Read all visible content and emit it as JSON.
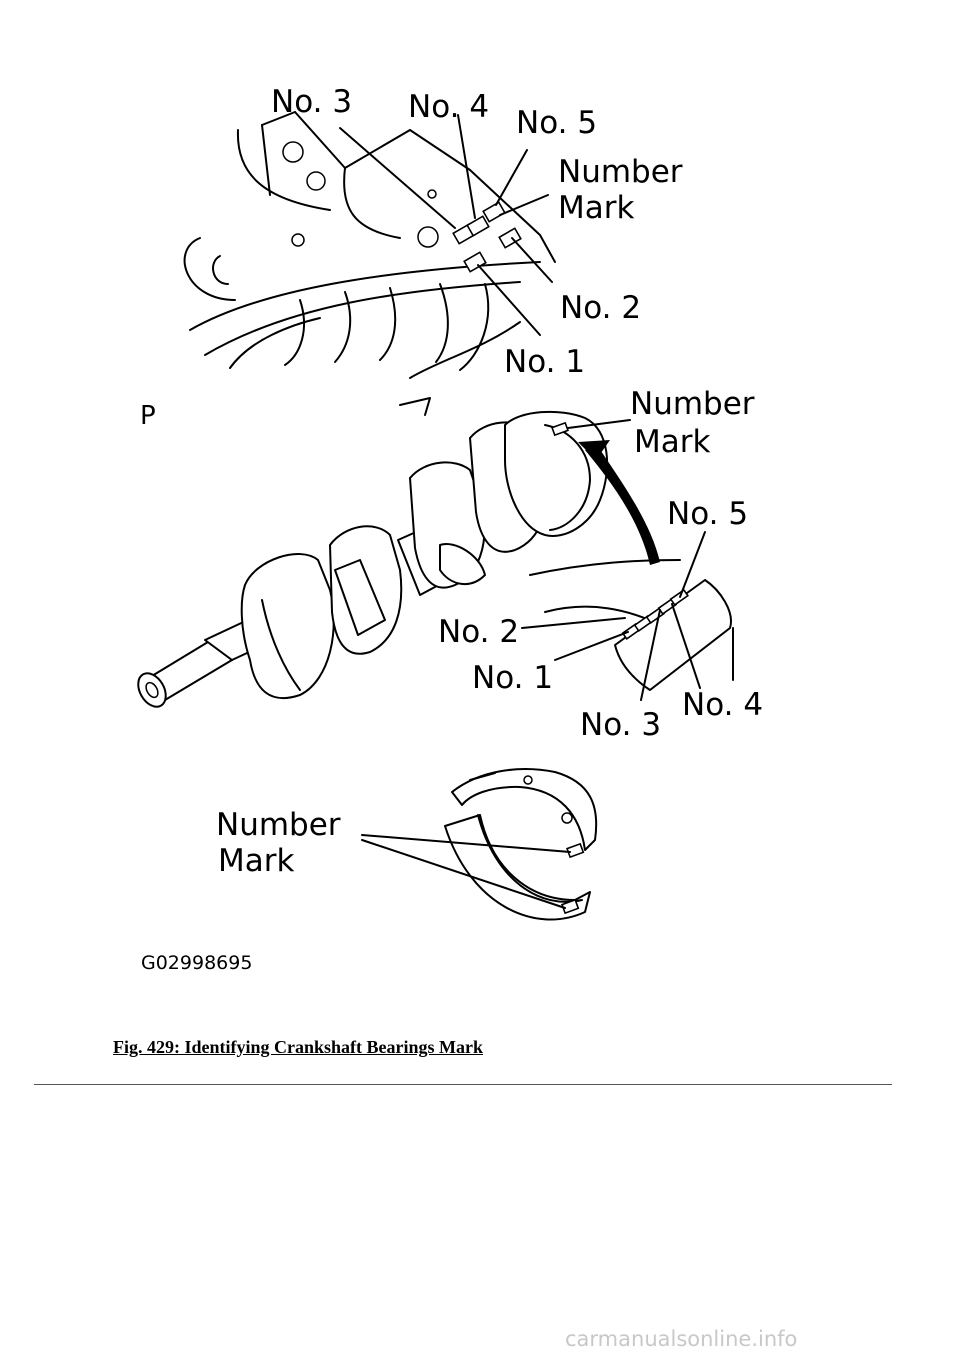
{
  "figure": {
    "panel_top": {
      "labels": [
        "No. 3",
        "No. 4",
        "No. 5",
        "Number",
        "Mark",
        "No. 2",
        "No. 1"
      ]
    },
    "panel_middle": {
      "view_label": "P",
      "labels": [
        "Number",
        "Mark",
        "No. 5",
        "No. 2",
        "No. 1",
        "No. 3",
        "No. 4"
      ]
    },
    "panel_bottom": {
      "labels": [
        "Number",
        "Mark"
      ]
    },
    "figure_code": "G02998695"
  },
  "caption": "Fig. 429: Identifying Crankshaft Bearings Mark",
  "watermark": "carmanualsonline.info"
}
